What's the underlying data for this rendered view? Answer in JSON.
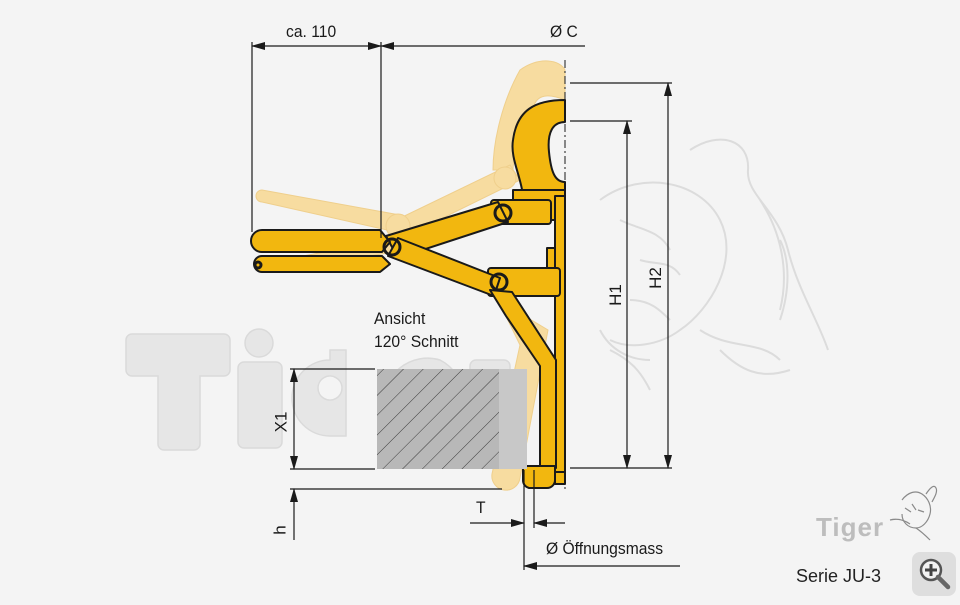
{
  "drawing": {
    "title": "Serie JU-3",
    "brand": "Tiger",
    "dimensions": {
      "width_label": "ca. 110",
      "diameter_label": "Ø C",
      "h1_label": "H1",
      "h2_label": "H2",
      "x1_label": "X1",
      "h_label": "h",
      "t_label": "T",
      "opening_label": "Ø Öffnungsmass"
    },
    "section_caption": {
      "line1": "Ansicht",
      "line2": "120° Schnitt"
    },
    "colors": {
      "clamp_yellow": "#f2b70f",
      "ghost_yellow": "#f7dca0",
      "hatch_fill": "#b5b5b5",
      "watermark": "#e2e2e2",
      "background": "#f4f4f4",
      "line": "#1a1a1a"
    }
  },
  "controls": {
    "zoom_button_icon": "zoom-in-icon"
  }
}
